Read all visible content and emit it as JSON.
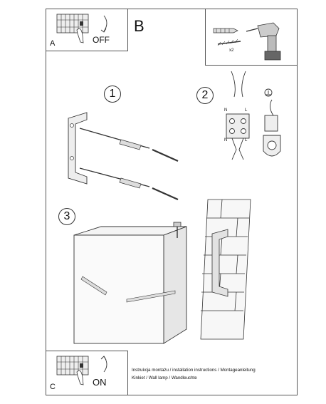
{
  "panel_a": {
    "label": "A",
    "switch_text": "OFF"
  },
  "panel_b": {
    "label": "B",
    "quantity": "x2"
  },
  "steps": [
    "1",
    "2",
    "3"
  ],
  "wiring": {
    "n": "N",
    "l": "L"
  },
  "panel_c": {
    "label": "C",
    "switch_text": "ON",
    "caption_line1": "Instrukcja montażu / installation instructions / Montageanleitung",
    "caption_line2": "Kinkiet / Wall lamp / Wandleuchte"
  }
}
